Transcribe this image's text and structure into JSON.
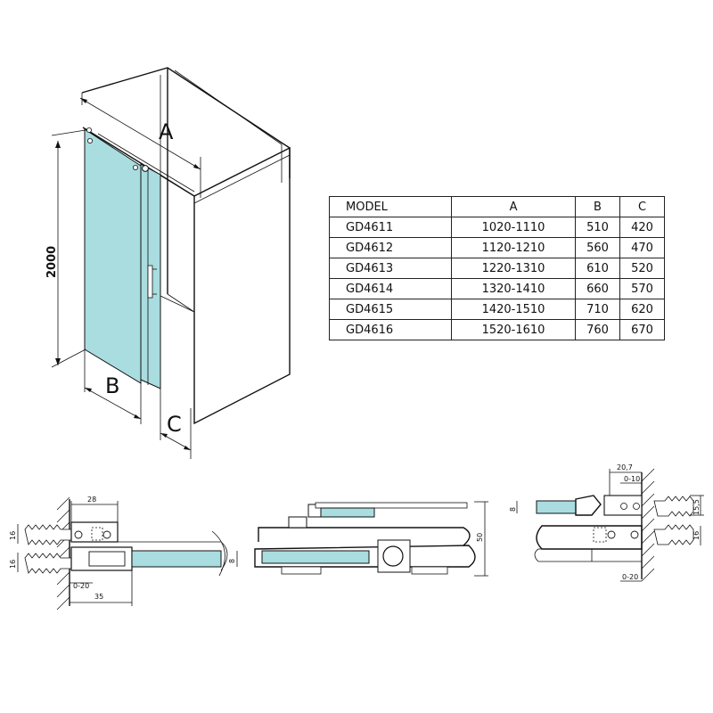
{
  "dimension_labels": {
    "A": "A",
    "B": "B",
    "C": "C",
    "height": "2000"
  },
  "table": {
    "headers": [
      "MODEL",
      "A",
      "B",
      "C"
    ],
    "rows": [
      [
        "GD4611",
        "1020-1110",
        "510",
        "420"
      ],
      [
        "GD4612",
        "1120-1210",
        "560",
        "470"
      ],
      [
        "GD4613",
        "1220-1310",
        "610",
        "520"
      ],
      [
        "GD4614",
        "1320-1410",
        "660",
        "570"
      ],
      [
        "GD4615",
        "1420-1510",
        "710",
        "620"
      ],
      [
        "GD4616",
        "1520-1610",
        "760",
        "670"
      ]
    ]
  },
  "detail_left": {
    "dim_28": "28",
    "dim_16_top": "16",
    "dim_16_bottom": "16",
    "dim_0_20": "0-20",
    "dim_35": "35",
    "dim_8": "8"
  },
  "detail_middle": {
    "dim_50": "50"
  },
  "detail_right": {
    "dim_20_7": "20,7",
    "dim_0_10": "0-10",
    "dim_8": "8",
    "dim_15_5": "15,5",
    "dim_16": "16",
    "dim_0_20": "0-20"
  },
  "colors": {
    "glass": "#a9dde0",
    "line": "#111111"
  }
}
